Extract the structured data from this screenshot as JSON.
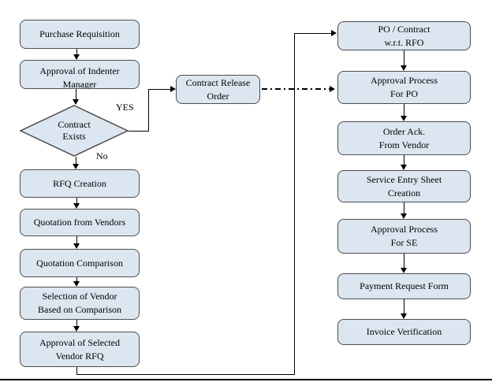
{
  "labels": {
    "yes": "YES",
    "no": "No"
  },
  "colors": {
    "node_fill": "#dce6f1",
    "node_border": "#4d4d4d",
    "line": "#000000"
  },
  "nodes": {
    "purchase_requisition": "Purchase Requisition",
    "approval_indenter_manager": "Approval of Indenter\nManager",
    "contract_exists": "Contract\nExists",
    "rfq_creation": "RFQ Creation",
    "quotation_from_vendors": "Quotation from Vendors",
    "quotation_comparison": "Quotation Comparison",
    "selection_of_vendor": "Selection of Vendor\nBased on Comparison",
    "approval_selected_vendor_rfq": "Approval of Selected\nVendor RFQ",
    "contract_release_order": "Contract Release\nOrder",
    "po_contract": "PO / Contract\nw.r.t. RFO",
    "approval_process_po": "Approval Process\nFor PO",
    "order_ack": "Order Ack.\nFrom Vendor",
    "service_entry_sheet": "Service Entry Sheet\nCreation",
    "approval_process_se": "Approval Process\nFor SE",
    "payment_request_form": "Payment Request Form",
    "invoice_verification": "Invoice Verification"
  }
}
